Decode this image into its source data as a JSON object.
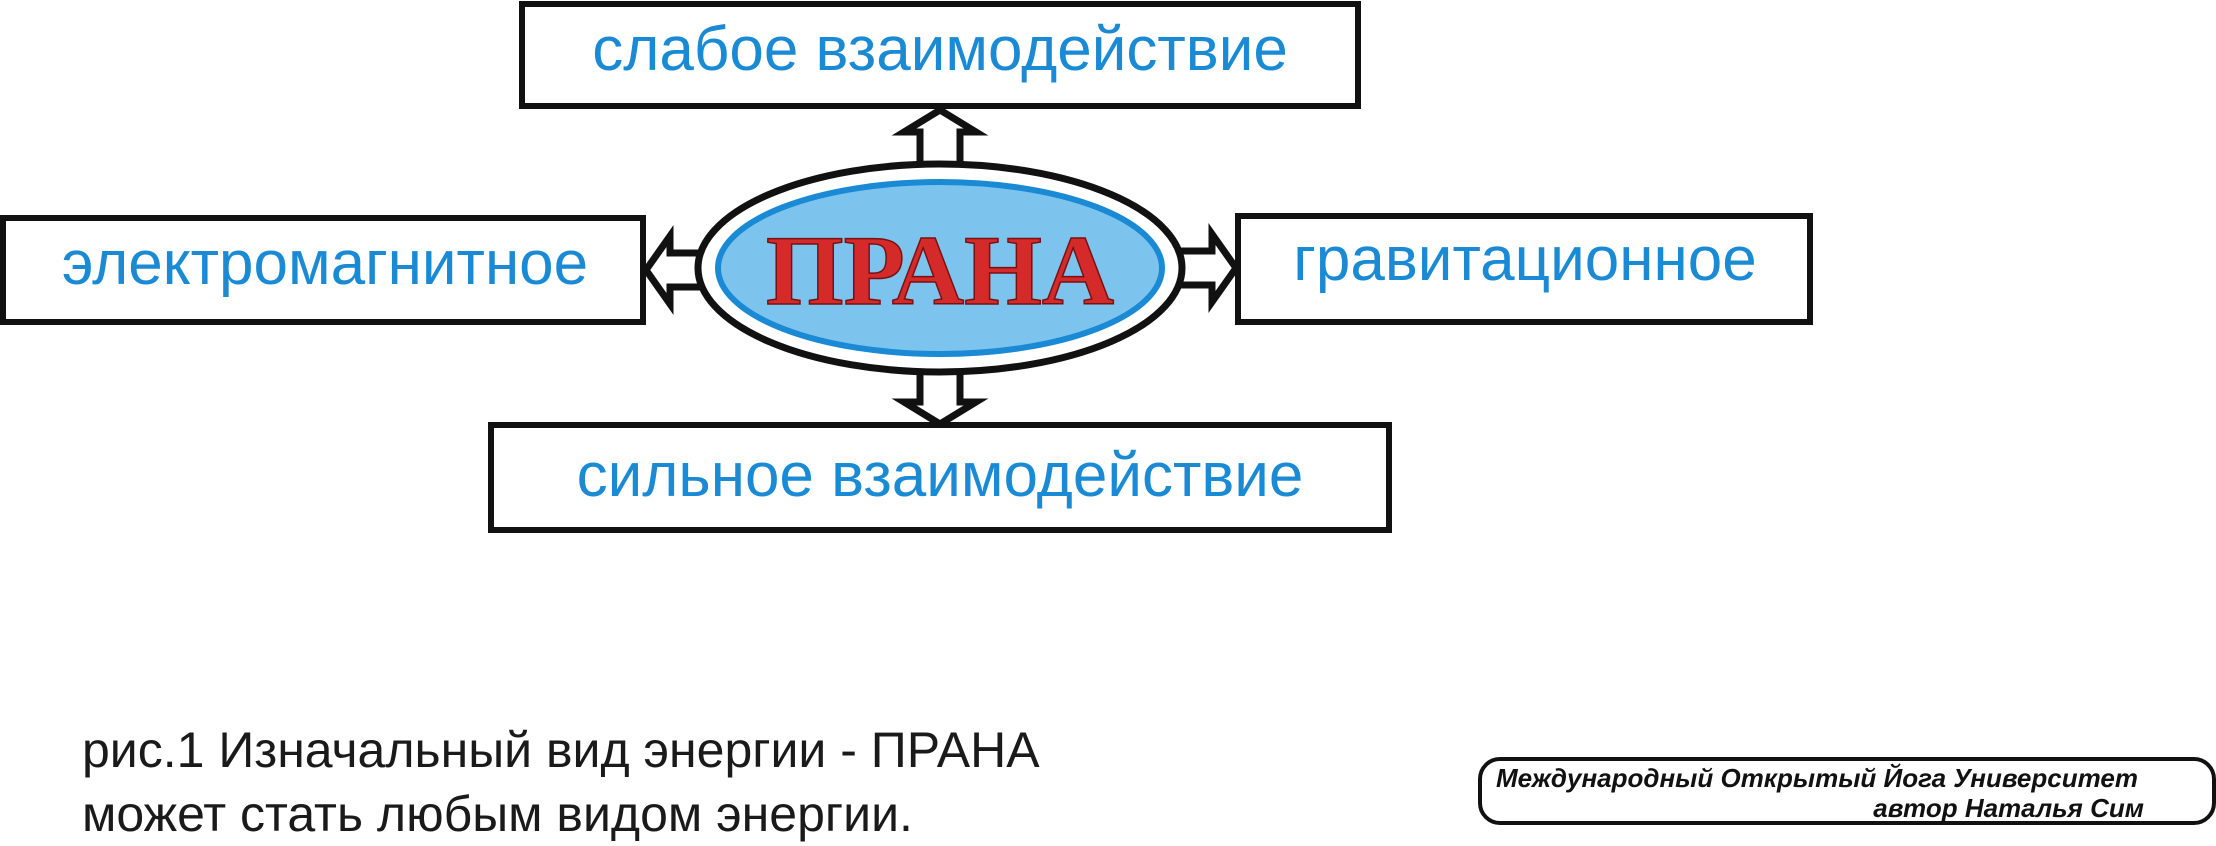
{
  "diagram": {
    "center": "ПРАНА",
    "top": "слабое взаимодействие",
    "left": "электромагнитное",
    "right": "гравитационное",
    "bottom": "сильное взаимодействие"
  },
  "caption": {
    "line1": "рис.1 Изначальный вид энергии - ПРАНА",
    "line2": "может стать любым видом энергии."
  },
  "credit": {
    "line1": "Международный Открытый Йога Университет",
    "line2": "автор Наталья Сим"
  },
  "colors": {
    "box_text": "#1a8ad4",
    "center_text": "#d42a2a",
    "ellipse_fill": "#7cc3ee",
    "ellipse_stroke": "#1a8ad4",
    "outline": "#111111"
  }
}
